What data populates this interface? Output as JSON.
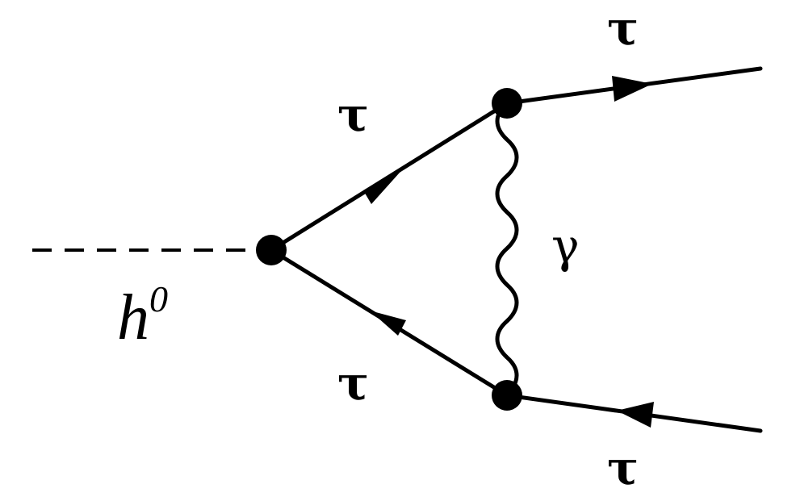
{
  "particles": {
    "higgs": {
      "symbol": "h",
      "superscript": "0"
    },
    "tau_upper_loop": "τ",
    "tau_lower_loop": "τ",
    "tau_out_upper": "τ",
    "tau_out_lower": "τ",
    "photon": "γ"
  },
  "colors": {
    "ink": "#000000",
    "background": "#ffffff"
  }
}
